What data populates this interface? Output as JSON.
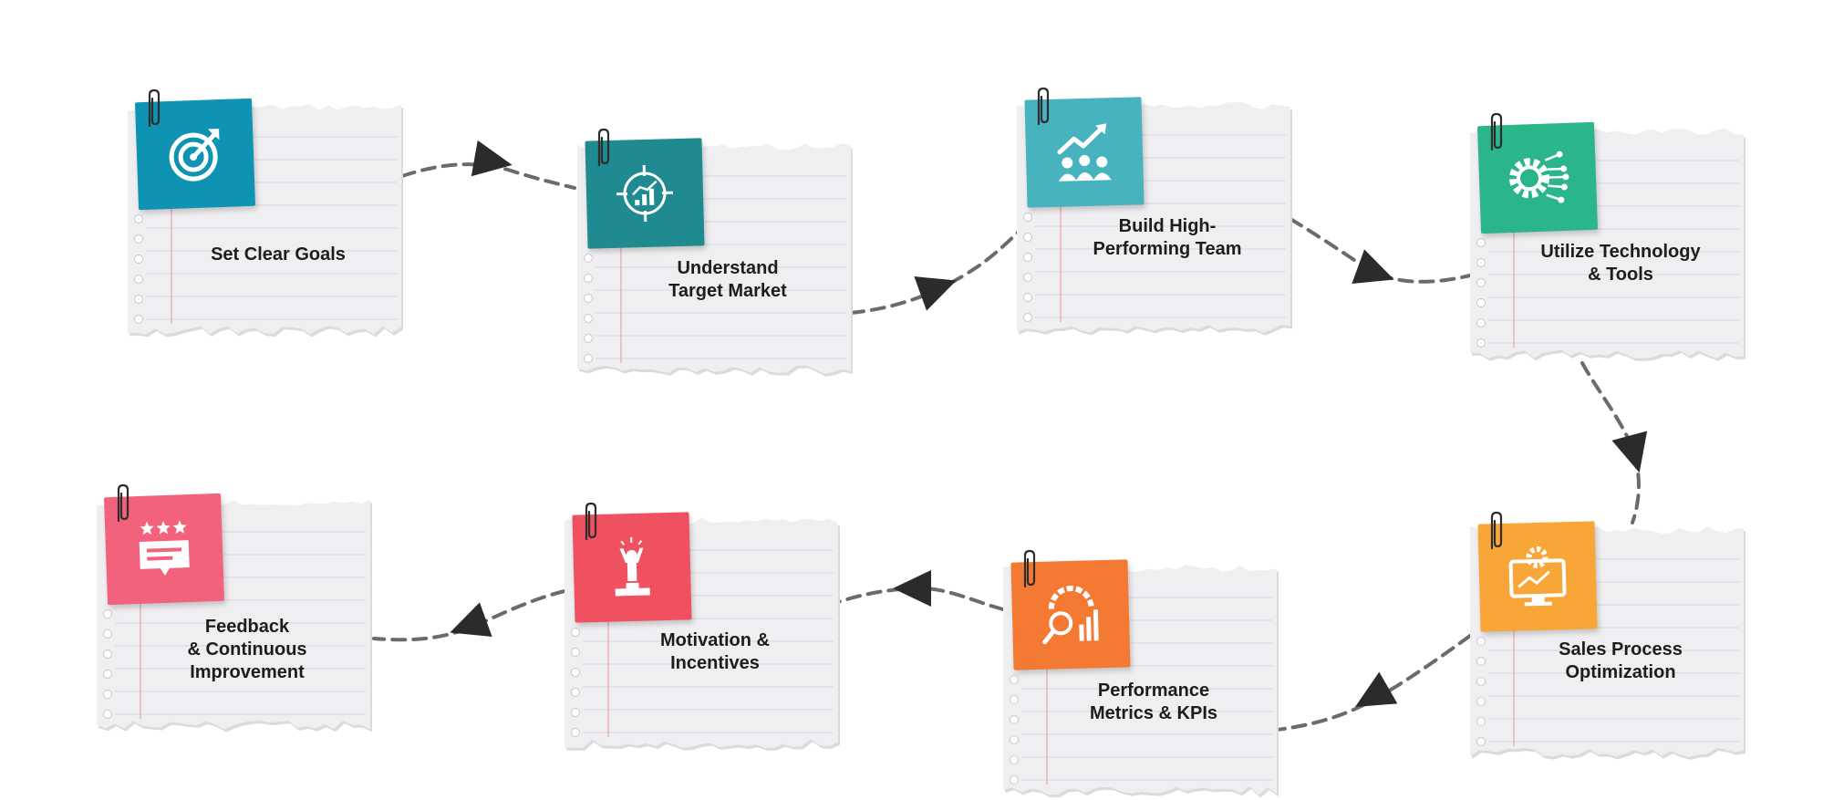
{
  "colors": {
    "paper": "#efeef0",
    "paper_line": "#d9d5db",
    "margin_line": "#e9a3a8",
    "connector": "#6b6b6b",
    "arrowhead": "#2b2b2b",
    "text": "#1d1d1d"
  },
  "steps": [
    {
      "label": "Set Clear Goals",
      "icon": "target-dart-icon",
      "color": "#0e93b3"
    },
    {
      "label": "Understand\nTarget Market",
      "icon": "market-analysis-icon",
      "color": "#1f8a8f"
    },
    {
      "label": "Build High-\nPerforming Team",
      "icon": "team-growth-icon",
      "color": "#47b3bf"
    },
    {
      "label": "Utilize Technology\n& Tools",
      "icon": "tech-gear-icon",
      "color": "#2bb58b"
    },
    {
      "label": "Sales Process\nOptimization",
      "icon": "monitor-gear-icon",
      "color": "#f9a638"
    },
    {
      "label": "Performance\nMetrics & KPIs",
      "icon": "metrics-magnifier-icon",
      "color": "#f47a34"
    },
    {
      "label": "Motivation &\nIncentives",
      "icon": "podium-person-icon",
      "color": "#ef5160"
    },
    {
      "label": "Feedback\n& Continuous\nImprovement",
      "icon": "rating-feedback-icon",
      "color": "#f2627d"
    }
  ]
}
